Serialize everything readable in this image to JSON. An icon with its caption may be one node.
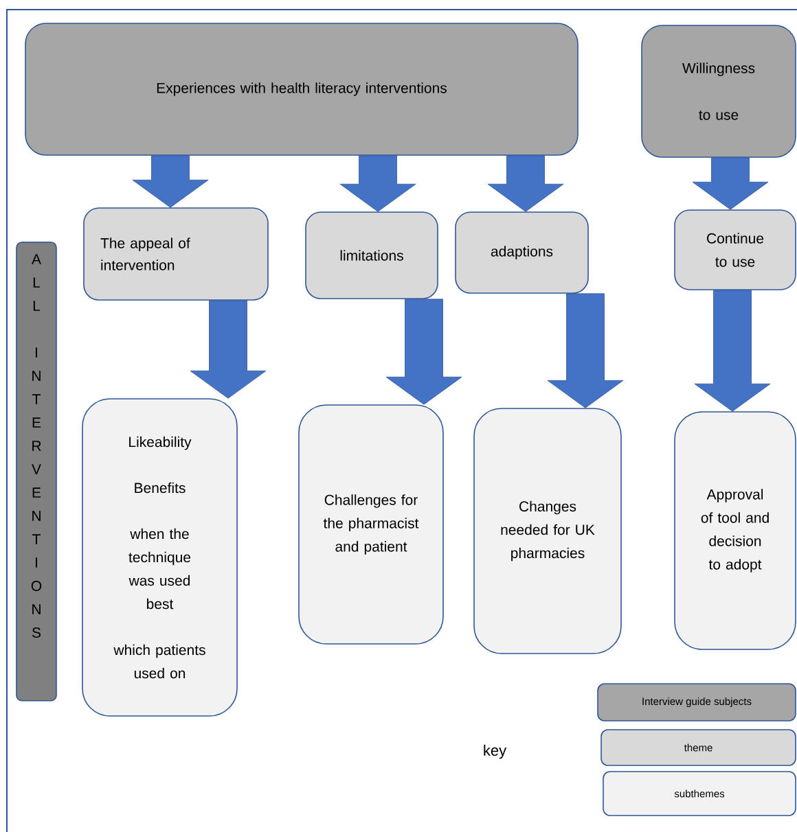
{
  "diagram": {
    "nodes": [
      {
        "text": [
          "Experiences with health literacy interventions"
        ]
      },
      {
        "text": [
          "Willingness to use"
        ]
      },
      {
        "text": [
          "The appeal of intervention"
        ]
      },
      {
        "text": [
          "limitations"
        ]
      },
      {
        "text": [
          "adaptions"
        ]
      },
      {
        "text": [
          "Continue to use"
        ]
      },
      {
        "text": [
          "Likeability",
          "Benefits",
          "when the technique was used best",
          "which patients used on"
        ]
      },
      {
        "text": [
          "Challenges for the pharmacist and patient"
        ]
      },
      {
        "text": [
          "Changes needed for UK pharmacies"
        ]
      },
      {
        "text": [
          "Approval of tool and decision to adopt"
        ]
      },
      {
        "text": [
          "ALL INTERVENTIONS"
        ]
      }
    ],
    "edges": [
      {
        "from": 0,
        "to": 2,
        "arrow": "to"
      },
      {
        "from": 0,
        "to": 3,
        "arrow": "to"
      },
      {
        "from": 0,
        "to": 4,
        "arrow": "to"
      },
      {
        "from": 1,
        "to": 5,
        "arrow": "to"
      },
      {
        "from": 2,
        "to": 6,
        "arrow": "to"
      },
      {
        "from": 3,
        "to": 7,
        "arrow": "to"
      },
      {
        "from": 4,
        "to": 8,
        "arrow": "to"
      },
      {
        "from": 5,
        "to": 9,
        "arrow": "to"
      }
    ],
    "labels": [
      "key"
    ],
    "legend": [
      {
        "text": "Interview guide subjects",
        "color": "#a6a6a6"
      },
      {
        "text": "theme",
        "color": "#d9d9d9"
      },
      {
        "text": "subthemes",
        "color": "#f2f2f2"
      }
    ]
  }
}
